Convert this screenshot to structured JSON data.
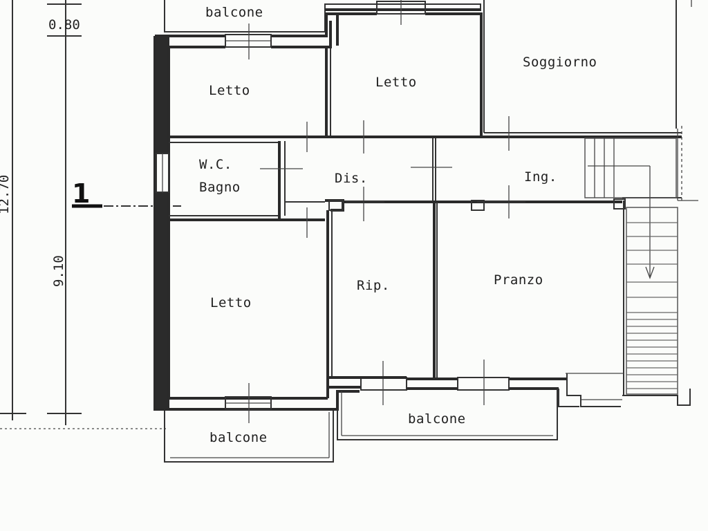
{
  "plan": {
    "rooms": {
      "balcone_top": "balcone",
      "letto_left_top": "Letto",
      "letto_center_top": "Letto",
      "soggiorno": "Soggiorno",
      "wc": "W.C.",
      "bagno": "Bagno",
      "dis": "Dis.",
      "ing": "Ing.",
      "letto_bottom": "Letto",
      "rip": "Rip.",
      "pranzo": "Pranzo",
      "balcone_bottom_left": "balcone",
      "balcone_bottom_right": "balcone"
    },
    "dimensions": {
      "top": "0.80",
      "outer": "12.70",
      "inner": "9.10"
    },
    "section_marker": "1"
  }
}
